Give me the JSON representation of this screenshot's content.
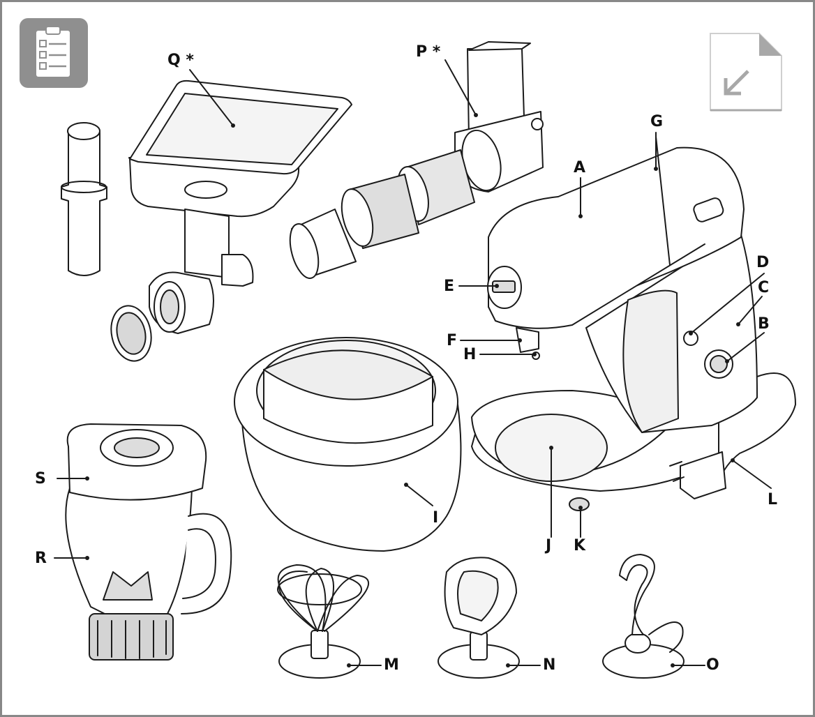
{
  "colors": {
    "line": "#1a1a1a",
    "fill": "#ffffff",
    "shade": "#eeeeee",
    "badge": "#8f8f8f",
    "arrow": "#a8a8a8",
    "border": "#888888"
  },
  "icons": {
    "top_left": "checklist-icon",
    "top_right": "page-arrow-icon"
  },
  "labels": {
    "A": "A",
    "B": "B",
    "C": "C",
    "D": "D",
    "E": "E",
    "F": "F",
    "G": "G",
    "H": "H",
    "I": "I",
    "J": "J",
    "K": "K",
    "L": "L",
    "M": "M",
    "N": "N",
    "O": "O",
    "P": "P *",
    "Q": "Q *",
    "R": "R",
    "S": "S"
  }
}
